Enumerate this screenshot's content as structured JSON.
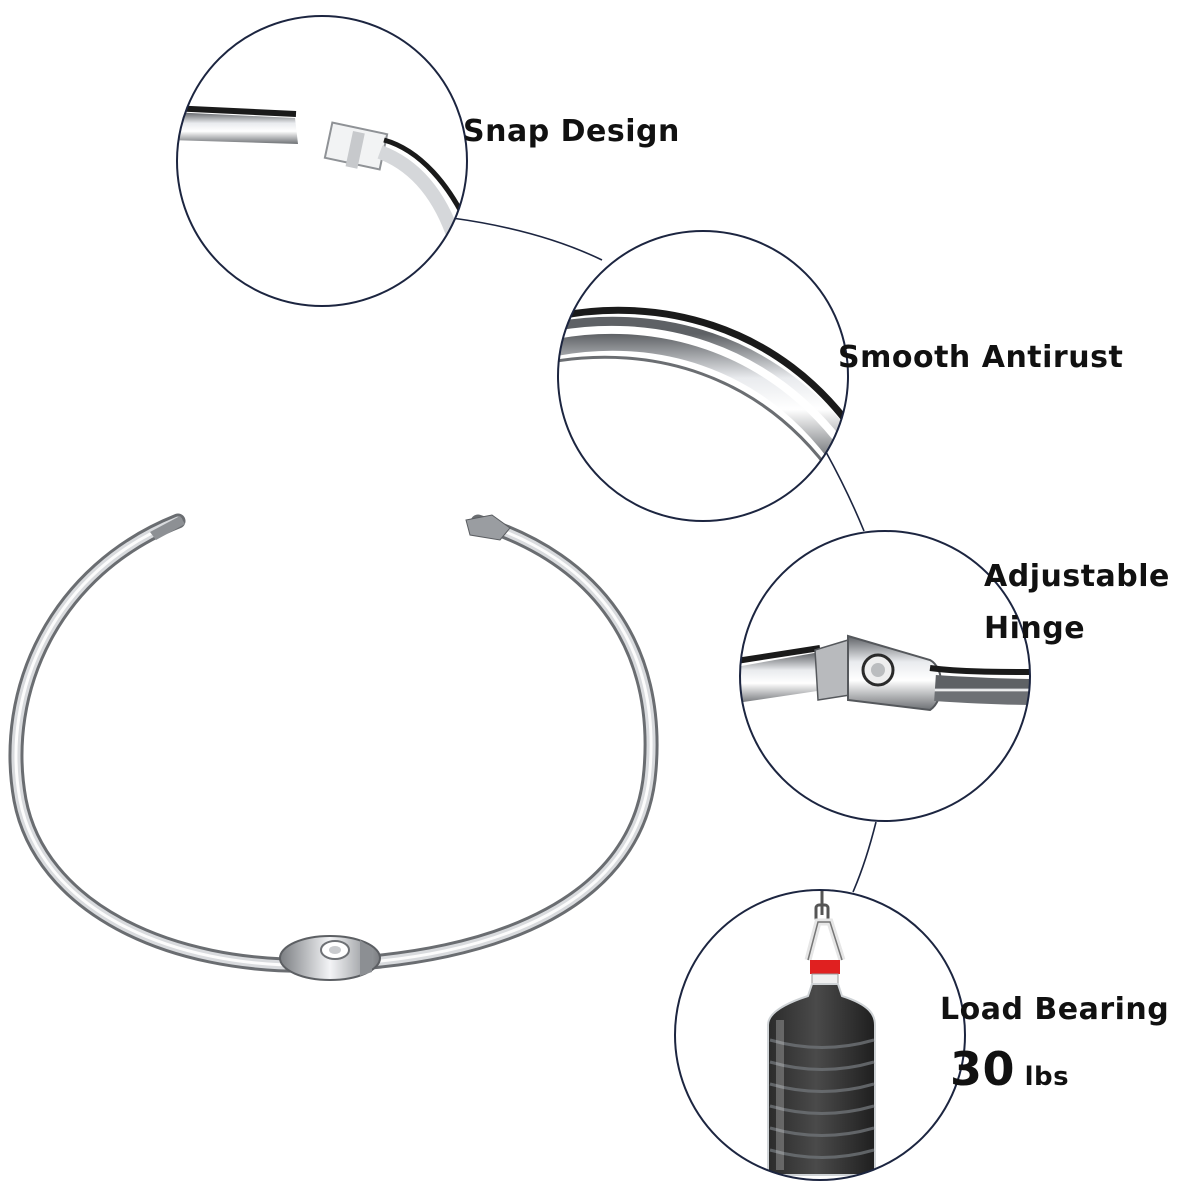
{
  "features": {
    "snap_design": "Snap Design",
    "smooth_antirust": "Smooth Antirust",
    "adjustable_line1": "Adjustable",
    "adjustable_line2": "Hinge",
    "load_bearing": "Load Bearing",
    "load_value": "30",
    "load_unit": "lbs"
  },
  "colors": {
    "callout_outline": "#1c2540",
    "ring_metal": "#a9acb0",
    "ring_dark_edge": "#1a1a1a",
    "cap_red": "#e02020",
    "text": "#111111"
  }
}
